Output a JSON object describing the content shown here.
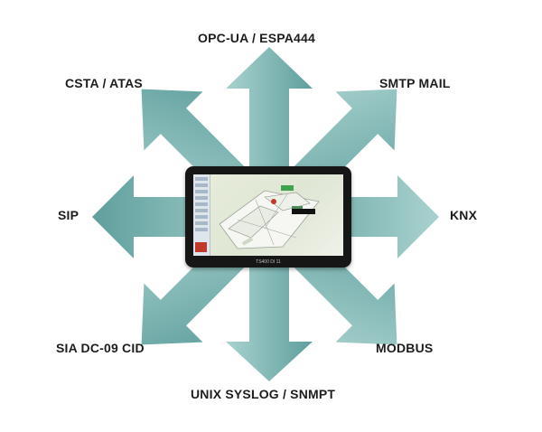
{
  "labels": {
    "top": "OPC-UA / ESPA444",
    "top_left": "CSTA / ATAS",
    "top_right": "SMTP MAIL",
    "left": "SIP",
    "right": "KNX",
    "bottom_left": "SIA DC-09 CID",
    "bottom_right": "MODBUS",
    "bottom": "UNIX SYSLOG / SNMPT"
  },
  "device": {
    "model_text": "TS400 DI 11"
  },
  "colors": {
    "arrow": "#6aa6a4",
    "arrow_light": "#a4cfcc",
    "panel": "#161616"
  }
}
